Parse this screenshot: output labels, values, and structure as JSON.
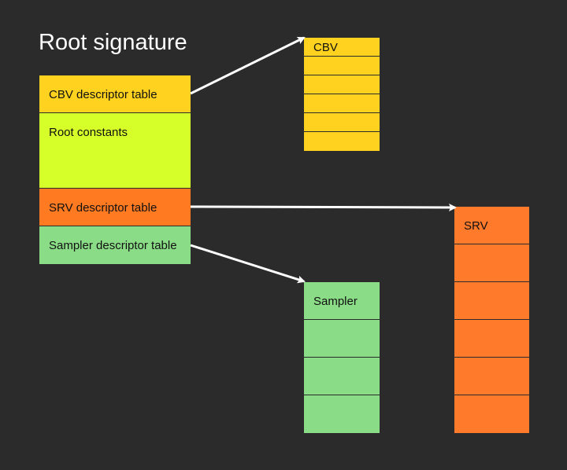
{
  "diagram": {
    "title": "Root signature",
    "root_signature": {
      "entries": [
        {
          "label": "CBV descriptor table",
          "color": "#FFD21F"
        },
        {
          "label": "Root constants",
          "color": "#D6FF2A"
        },
        {
          "label": "SRV descriptor table",
          "color": "#FF7A21"
        },
        {
          "label": "Sampler descriptor table",
          "color": "#8ADD86"
        }
      ]
    },
    "heaps": {
      "cbv": {
        "label": "CBV",
        "color": "#FFD21F",
        "slots": 6
      },
      "srv": {
        "label": "SRV",
        "color": "#FF7A2A",
        "slots": 6
      },
      "sampler": {
        "label": "Sampler",
        "color": "#8ADD86",
        "slots": 4
      }
    },
    "arrow_color": "#FFFFFF",
    "arrows": [
      {
        "from": "CBV descriptor table",
        "to": "CBV"
      },
      {
        "from": "SRV descriptor table",
        "to": "SRV"
      },
      {
        "from": "Sampler descriptor table",
        "to": "Sampler"
      }
    ]
  }
}
